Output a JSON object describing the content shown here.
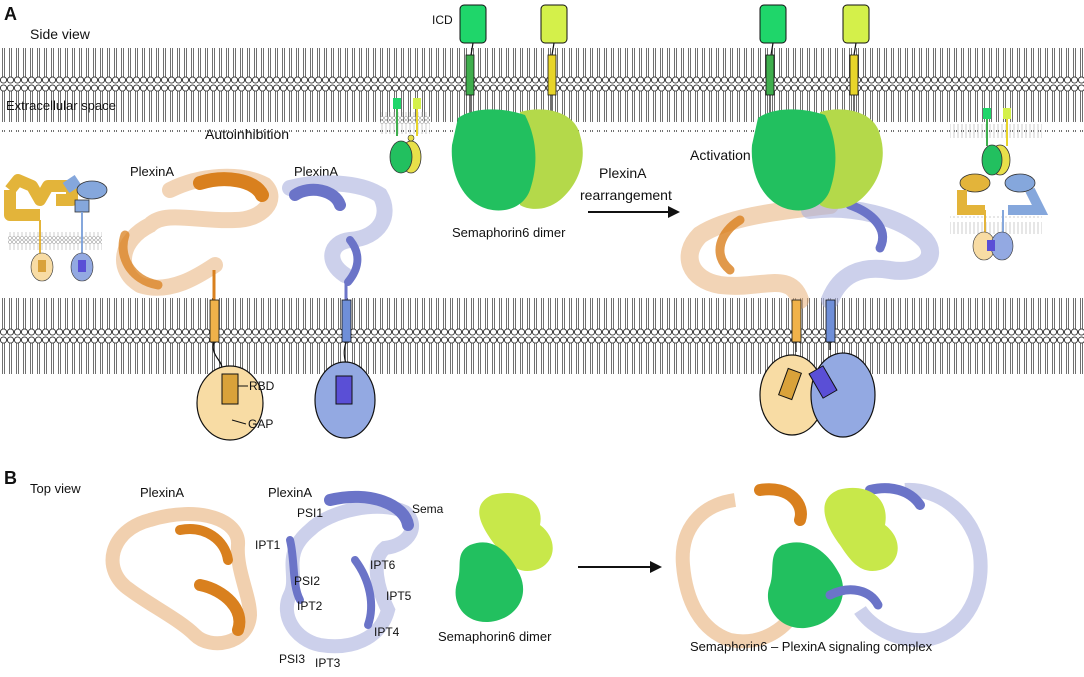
{
  "panel_a": {
    "letter": "A",
    "side_view": "Side view",
    "extracellular_space": "Extracellular space",
    "icd": "ICD",
    "autoinhibition": "Autoinhibition",
    "plexin_left": "PlexinA",
    "plexin_right": "PlexinA",
    "sema_dimer": "Semaphorin6 dimer",
    "arrow_label_line1": "PlexinA",
    "arrow_label_line2": "rearrangement",
    "activation": "Activation",
    "rbd": "RBD",
    "gap": "GAP"
  },
  "panel_b": {
    "letter": "B",
    "top_view": "Top view",
    "plexin_left": "PlexinA",
    "plexin_right": "PlexinA",
    "domains": {
      "sema": "Sema",
      "psi1": "PSI1",
      "ipt1": "IPT1",
      "psi2": "PSI2",
      "ipt2": "IPT2",
      "psi3": "PSI3",
      "ipt3": "IPT3",
      "ipt4": "IPT4",
      "ipt5": "IPT5",
      "ipt6": "IPT6"
    },
    "sema_dimer": "Semaphorin6 dimer",
    "complex": "Semaphorin6 – PlexinA signaling complex"
  },
  "colors": {
    "sema_green": "#22c05f",
    "sema_yellow": "#c8e84a",
    "plexin_orange": "#d9801e",
    "plexin_blue": "#6b74c8",
    "gap_orange_fill": "#f8dca4",
    "gap_blue_fill": "#93a9e2",
    "rbd_orange": "#d9a23a",
    "rbd_blue": "#5a4fd6"
  }
}
